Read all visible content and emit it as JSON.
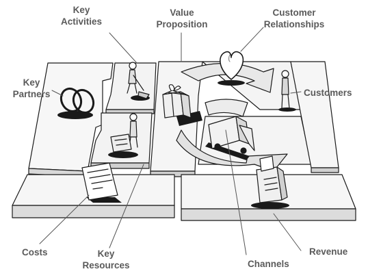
{
  "labels": {
    "key_activities": [
      "Key",
      "Activities"
    ],
    "value_proposition": [
      "Value",
      "Proposition"
    ],
    "customer_relationships": [
      "Customer",
      "Relationships"
    ],
    "key_partners": [
      "Key",
      "Partners"
    ],
    "customers": "Customers",
    "costs": "Costs",
    "key_resources": [
      "Key",
      "Resources"
    ],
    "channels": "Channels",
    "revenue": "Revenue"
  }
}
